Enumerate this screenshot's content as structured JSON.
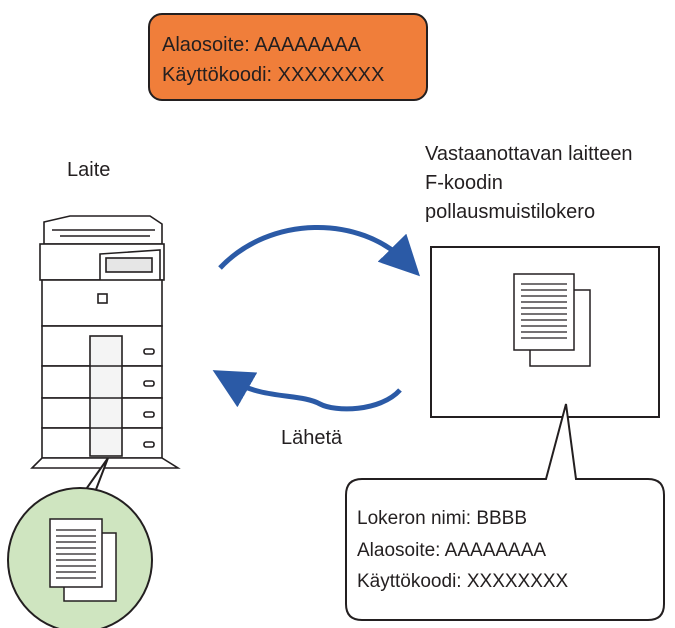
{
  "sender_info": {
    "subaddress": "Alaosoite: AAAAAAAA",
    "passcode": "Käyttökoodi: XXXXXXXX"
  },
  "device": {
    "label": "Laite"
  },
  "recipient": {
    "title_lines": [
      "Vastaanottavan laitteen",
      "F-koodin",
      "pollausmuistilokero"
    ]
  },
  "send_label": "Lähetä",
  "box_info": {
    "box_name": "Lokeron nimi: BBBB",
    "subaddress": "Alaosoite: AAAAAAAA",
    "passcode": "Käyttökoodi: XXXXXXXX"
  },
  "colors": {
    "orange_box": "#f07e3a",
    "arrow_blue": "#2b5aa6",
    "doc_circle": "#cfe5c0",
    "outline": "#231f20"
  },
  "icons": [
    "multifunction-printer-icon",
    "document-stack-icon",
    "curved-arrow-icon"
  ]
}
